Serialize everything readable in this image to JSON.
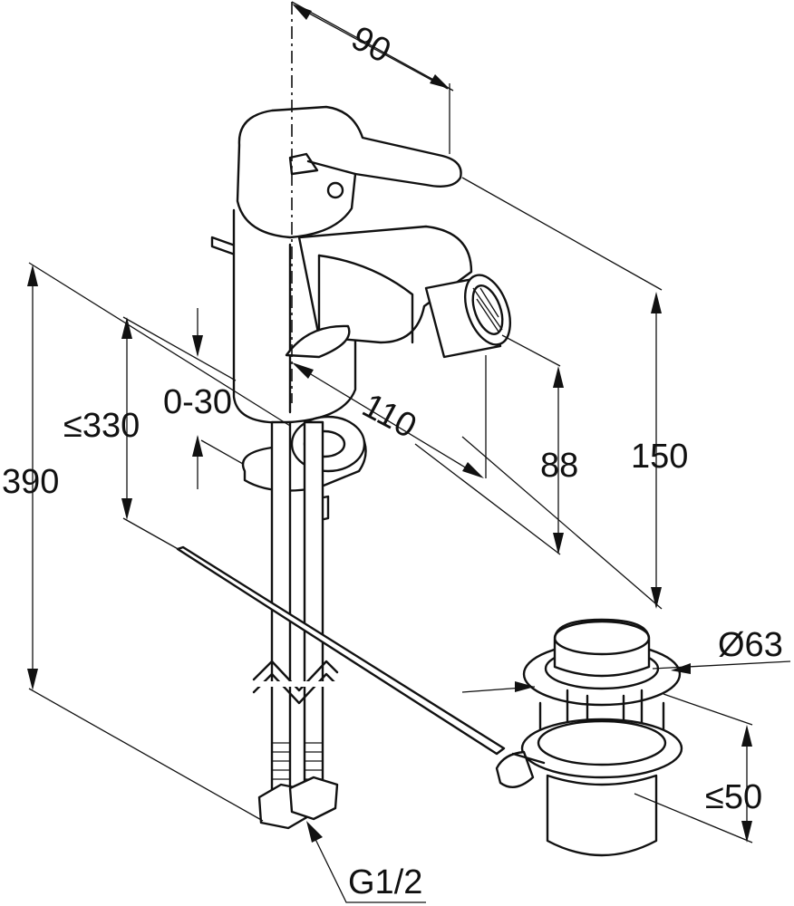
{
  "dimensions": {
    "width_top": "90",
    "reach": "110",
    "spout_height": "88",
    "total_height": "150",
    "adjust_range": "0-30",
    "max_deck": "≤330",
    "hose_length": "390",
    "waste_diameter": "Ø63",
    "waste_height": "≤50",
    "connection": "G1/2"
  }
}
